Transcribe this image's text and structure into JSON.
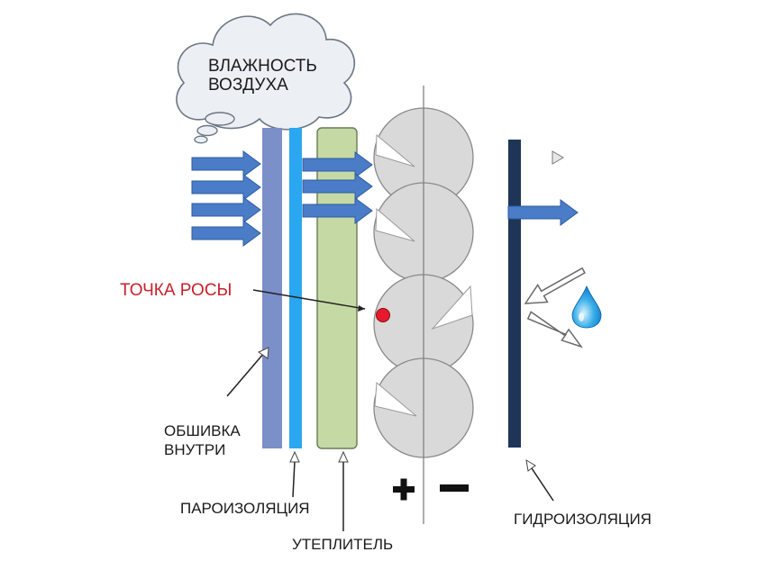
{
  "cloud": {
    "line1": "ВЛАЖНОСТЬ",
    "line2": "ВОЗДУХА"
  },
  "labels": {
    "dew_point": "ТОЧКА РОСЫ",
    "cladding_line1": "ОБШИВКА",
    "cladding_line2": "ВНУТРИ",
    "vapor_barrier": "ПАРОИЗОЛЯЦИЯ",
    "insulation": "УТЕПЛИТЕЛЬ",
    "waterproofing": "ГИДРОИЗОЛЯЦИЯ"
  },
  "signs": {
    "plus": "+",
    "minus": "−"
  },
  "colors": {
    "cladding": "#7b8fc9",
    "vapor_barrier": "#2aa7ef",
    "insulation": "#c5d9a5",
    "waterproofing": "#1e3557",
    "arrow_fill": "#4a7cc8",
    "log": "#d9d9d9",
    "dew_dot": "#e8192c",
    "dew_label": "#c8202a",
    "cloud": "#eceff3"
  },
  "icons": [
    "cloud-icon",
    "water-drop-icon",
    "arrow-right-icon"
  ]
}
